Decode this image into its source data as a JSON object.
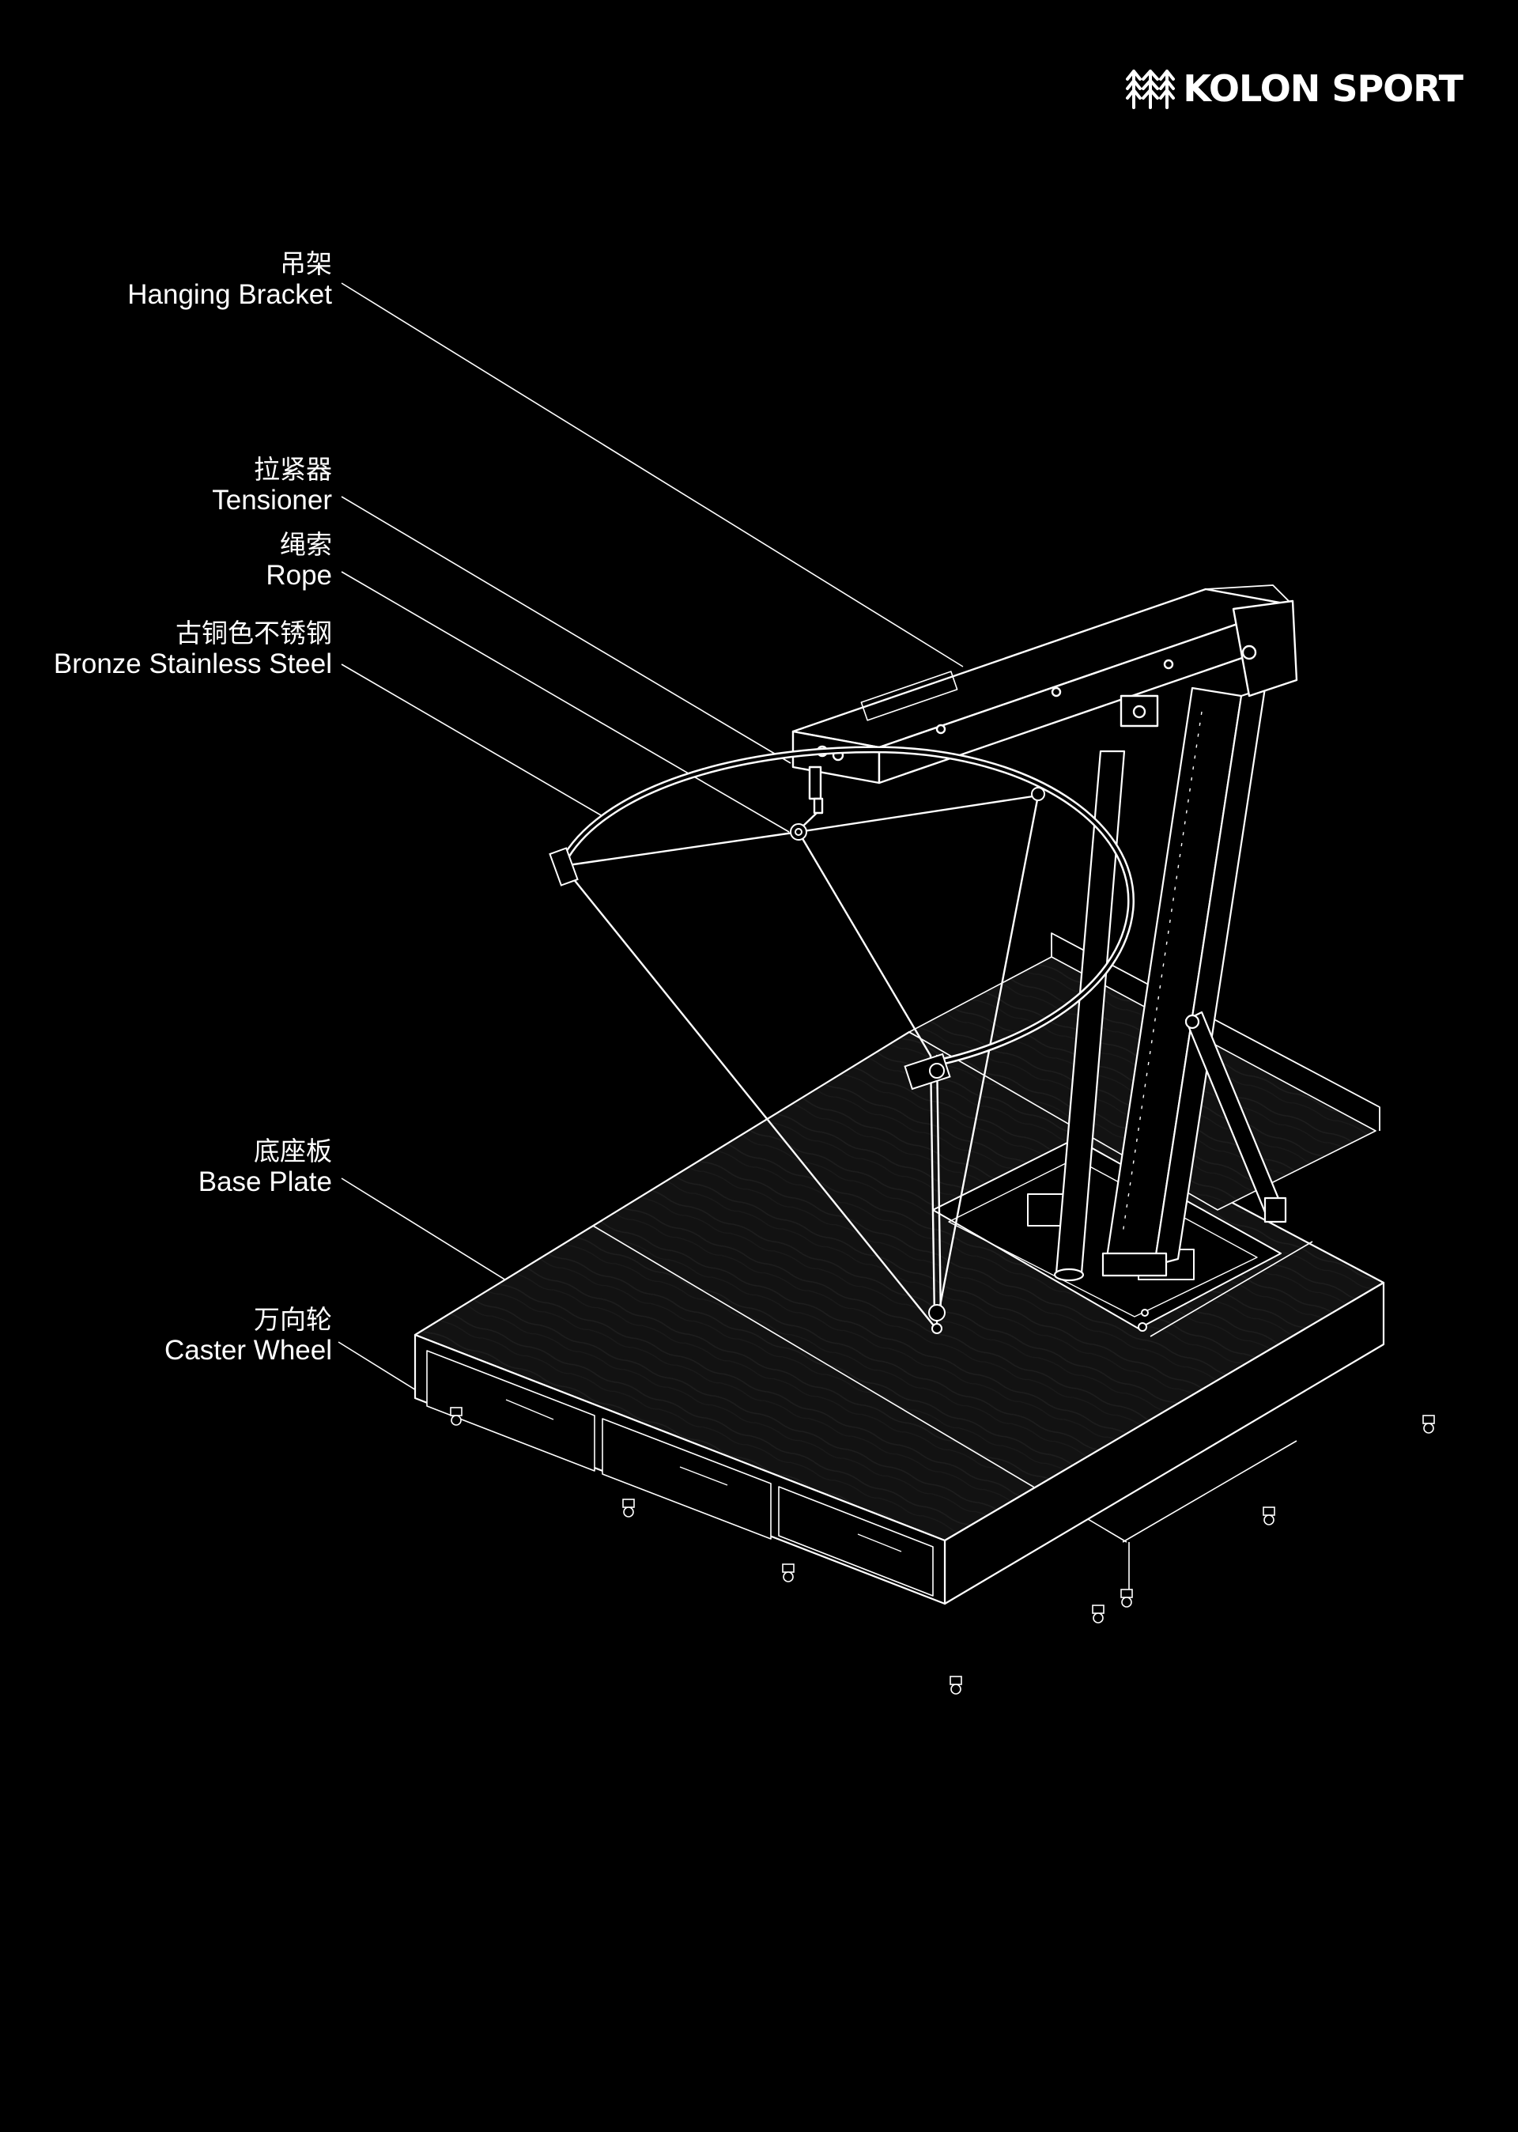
{
  "brand": {
    "name": "KOLON SPORT",
    "color": "#ffffff",
    "mark_icon": "kolon-tree-logo-icon"
  },
  "colors": {
    "background": "#000000",
    "line": "#ffffff",
    "wood": "#141414"
  },
  "labels": [
    {
      "id": "hanging-bracket",
      "cn": "吊架",
      "en": "Hanging Bracket"
    },
    {
      "id": "tensioner",
      "cn": "拉紧器",
      "en": "Tensioner"
    },
    {
      "id": "rope",
      "cn": "绳索",
      "en": "Rope"
    },
    {
      "id": "bronze-stainless-steel",
      "cn": "古铜色不锈钢",
      "en": "Bronze Stainless Steel"
    },
    {
      "id": "base-plate",
      "cn": "底座板",
      "en": "Base Plate"
    },
    {
      "id": "caster-wheel",
      "cn": "万向轮",
      "en": "Caster Wheel"
    }
  ]
}
